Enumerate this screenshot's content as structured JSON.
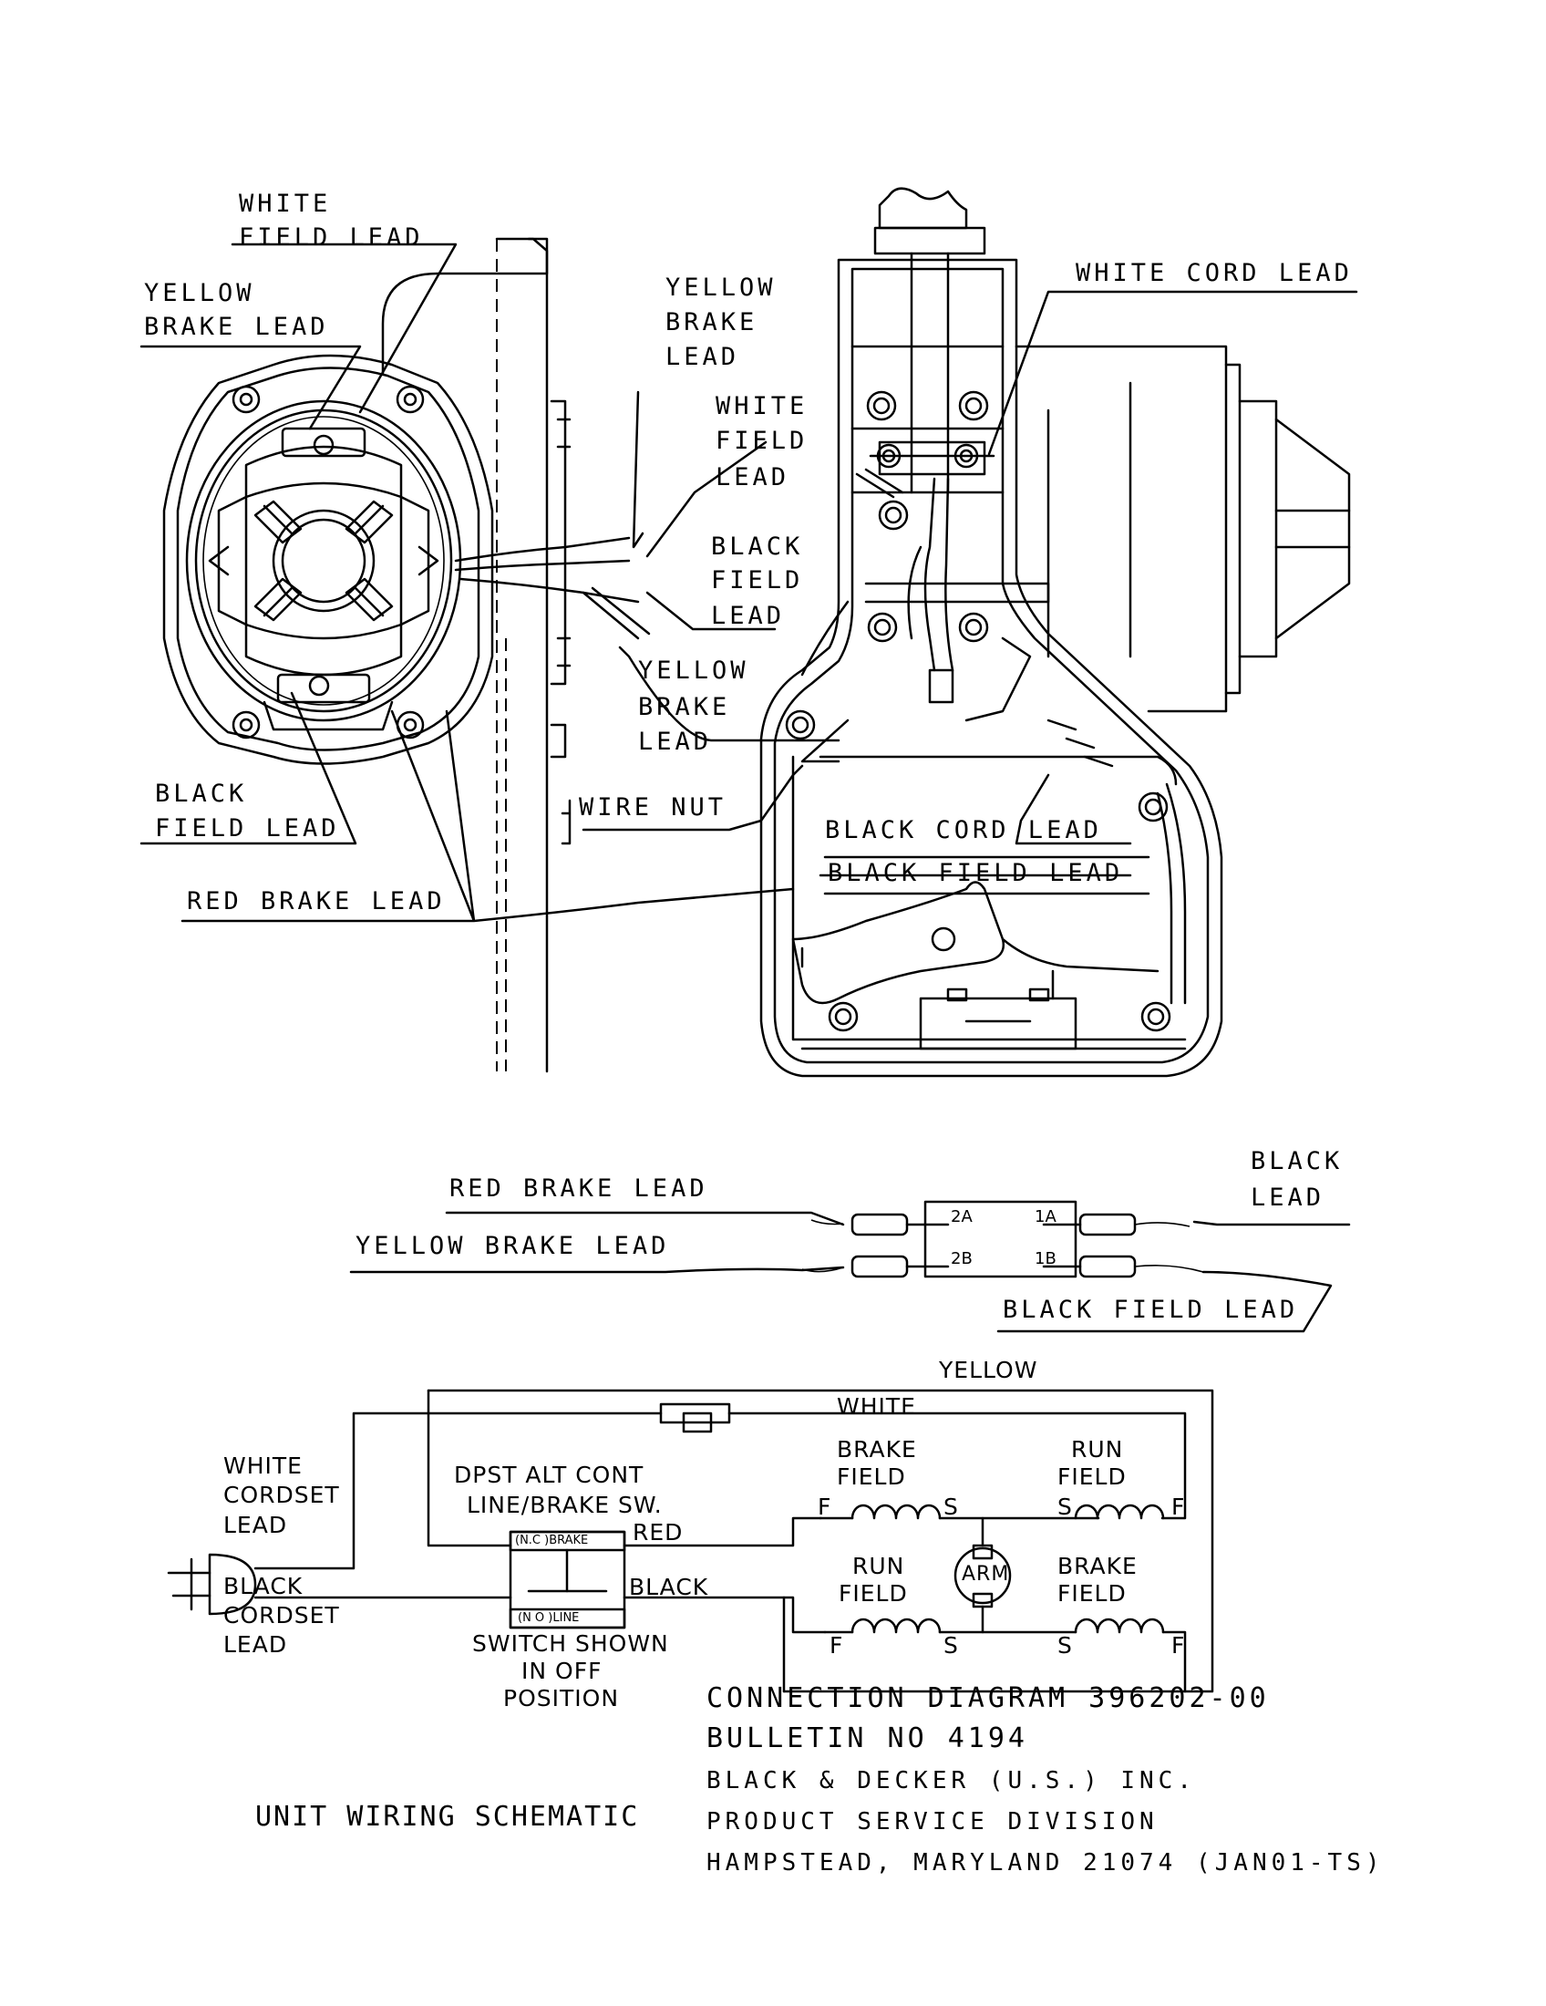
{
  "top_labels": {
    "white_field_lead_left": [
      "WHITE",
      "FIELD LEAD"
    ],
    "yellow_brake_lead_left": [
      "YELLOW",
      "BRAKE LEAD"
    ],
    "yellow_brake_lead_mid": [
      "YELLOW",
      "BRAKE",
      "LEAD"
    ],
    "white_field_lead_mid": [
      "WHITE",
      "FIELD",
      "LEAD"
    ],
    "black_field_lead_mid": [
      "BLACK",
      "FIELD",
      "LEAD"
    ],
    "yellow_brake_lead_lower": [
      "YELLOW",
      "BRAKE",
      "LEAD"
    ],
    "white_cord_lead": "WHITE CORD LEAD",
    "black_field_lead_left": [
      "BLACK",
      "FIELD LEAD"
    ],
    "wire_nut": "WIRE NUT",
    "red_brake_lead": "RED BRAKE LEAD",
    "black_cord_lead": "BLACK CORD LEAD",
    "black_field_lead_inner": "BLACK FIELD LEAD"
  },
  "switch_labels": {
    "red_brake_lead": "RED BRAKE LEAD",
    "yellow_brake_lead": "YELLOW BRAKE LEAD",
    "black_lead": [
      "BLACK",
      "LEAD"
    ],
    "black_field_lead": "BLACK FIELD LEAD",
    "terminals": [
      "2A",
      "2B",
      "1A",
      "1B"
    ]
  },
  "schematic": {
    "yellow": "YELLOW",
    "white": "WHITE",
    "white_cordset_lead": [
      "WHITE",
      "CORDSET",
      "LEAD"
    ],
    "black_cordset_lead": [
      "BLACK",
      "CORDSET",
      "LEAD"
    ],
    "switch_title": [
      "DPST ALT  CONT",
      "LINE/BRAKE SW."
    ],
    "nc_brake": "(N.C )BRAKE",
    "no_line": "(N O )LINE",
    "red": "RED",
    "black": "BLACK",
    "switch_note": [
      "SWITCH SHOWN",
      "IN OFF",
      "POSITION"
    ],
    "brake_field_top": [
      "BRAKE",
      "FIELD"
    ],
    "run_field_top": [
      "RUN",
      "FIELD"
    ],
    "run_field_bottom": [
      "RUN",
      "FIELD"
    ],
    "brake_field_bottom": [
      "BRAKE",
      "FIELD"
    ],
    "arm": "ARM",
    "terminal_f": "F",
    "terminal_s": "S"
  },
  "footer": {
    "connection_diagram": "CONNECTION DIAGRAM 396202-00",
    "bulletin": "BULLETIN NO  4194",
    "company": "BLACK & DECKER (U.S.) INC.",
    "division": "PRODUCT SERVICE DIVISION",
    "address": "HAMPSTEAD, MARYLAND 21074 (JAN01-TS)",
    "unit_wiring": "UNIT WIRING SCHEMATIC"
  }
}
